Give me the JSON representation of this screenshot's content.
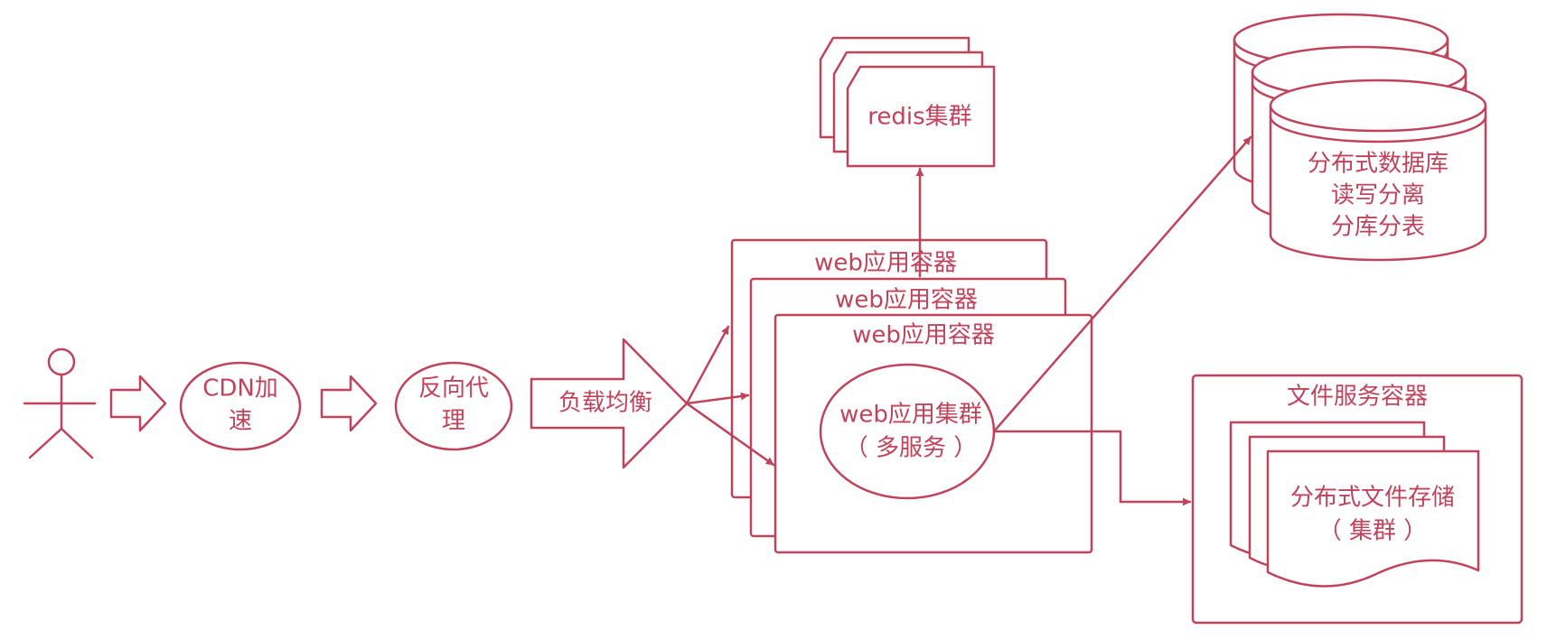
{
  "colors": {
    "accent": "#c0435c",
    "background": "#ffffff"
  },
  "icons": {
    "actor": "person-icon"
  },
  "nodes": {
    "cdn": {
      "line1": "CDN加",
      "line2": "速"
    },
    "reverse_proxy": {
      "line1": "反向代",
      "line2": "理"
    },
    "load_balancer": {
      "label": "负载均衡"
    },
    "web_container": {
      "label": "web应用容器"
    },
    "web_cluster": {
      "line1": "web应用集群",
      "line2": "（ 多服务 ）"
    },
    "redis": {
      "label": "redis集群"
    },
    "database": {
      "line1": "分布式数据库",
      "line2": "读写分离",
      "line3": "分库分表"
    },
    "file_service": {
      "title": "文件服务容器",
      "line1": "分布式文件存储",
      "line2": "（ 集群 ）"
    }
  }
}
